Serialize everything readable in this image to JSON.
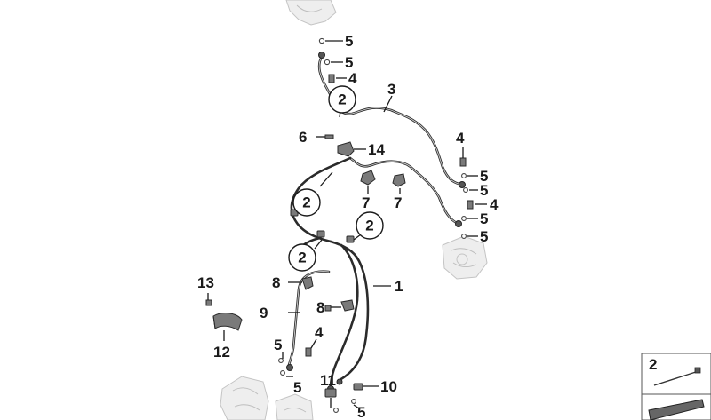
{
  "labels": {
    "l1": "1",
    "l2a": "2",
    "l2b": "2",
    "l2c": "2",
    "l2d": "2",
    "l3": "3",
    "l4a": "4",
    "l4b": "4",
    "l4c": "4",
    "l4d": "4",
    "l5a": "5",
    "l5b": "5",
    "l5c": "5",
    "l5d": "5",
    "l5e": "5",
    "l5f": "5",
    "l5g": "5",
    "l5h": "5",
    "l5i": "5",
    "l6": "6",
    "l7a": "7",
    "l7b": "7",
    "l8a": "8",
    "l8b": "8",
    "l9": "9",
    "l10": "10",
    "l11": "11",
    "l12": "12",
    "l13": "13",
    "l14": "14"
  },
  "legend": {
    "item_label": "2"
  }
}
